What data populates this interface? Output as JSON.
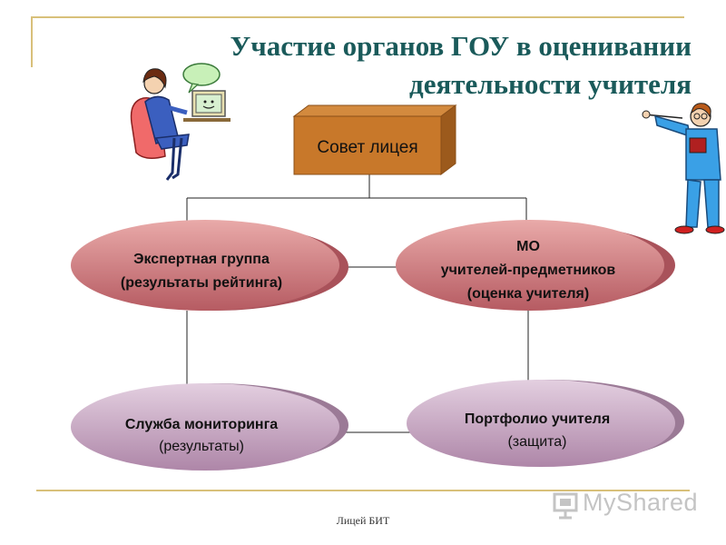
{
  "title": {
    "line1": "Участие органов ГОУ в оценивании",
    "line2": "деятельности учителя"
  },
  "nodes": {
    "council": {
      "label": "Совет лицея"
    },
    "expert": {
      "line1": "Экспертная группа",
      "line2": "(результаты рейтинга)"
    },
    "mo": {
      "line1": "МО",
      "line2": "учителей-предметников",
      "line3": "(оценка учителя)"
    },
    "monitoring": {
      "line1": "Служба мониторинга",
      "line2": "(результаты)"
    },
    "portfolio": {
      "line1": "Портфолио учителя",
      "line2": "(защита)"
    }
  },
  "footer": "Лицей БИТ",
  "watermark": "MyShared",
  "colors": {
    "title": "#1a5a5a",
    "council_box": "#c8782a",
    "red_ellipse": "#c97578",
    "purple_ellipse": "#c8a6c0",
    "frame": "#d8c07a"
  },
  "icons": [
    "woman-at-computer-icon",
    "teacher-pointing-icon",
    "myshared-logo-icon"
  ]
}
